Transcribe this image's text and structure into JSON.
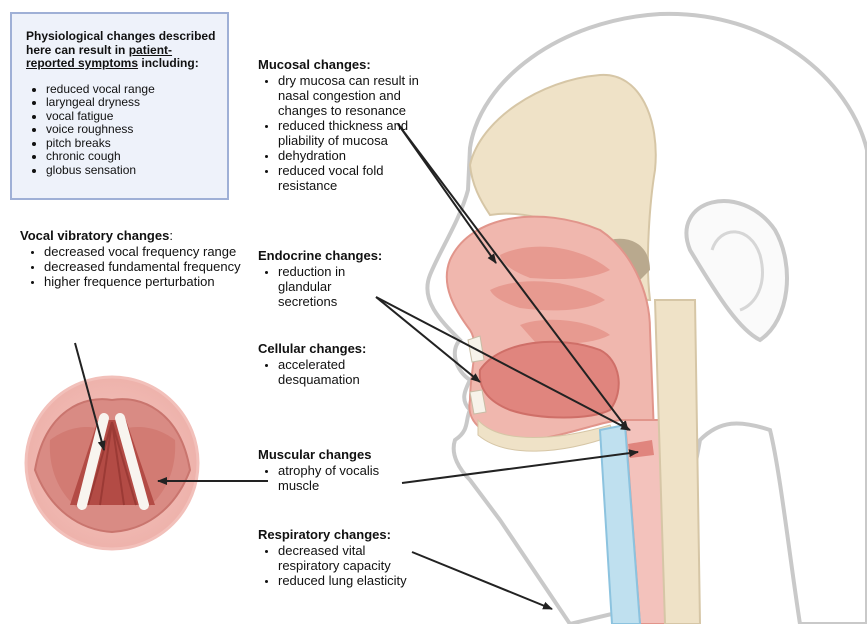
{
  "symptom_box": {
    "intro_part1": "Physiological changes described here can result in ",
    "intro_underlined": "patient-reported symptoms",
    "intro_part2": " including:",
    "items": [
      "reduced vocal range",
      "laryngeal dryness",
      "vocal fatigue",
      "voice roughness",
      "pitch breaks",
      "chronic cough",
      "globus sensation"
    ]
  },
  "vocal": {
    "heading": "Vocal vibratory changes",
    "heading_suffix": ":",
    "items": [
      "decreased vocal frequency range",
      "decreased fundamental frequency",
      "higher frequence perturbation"
    ]
  },
  "mucosal": {
    "heading": "Mucosal changes:",
    "items": [
      "dry mucosa can result in nasal congestion and changes to resonance",
      "reduced thickness and pliability of mucosa",
      "dehydration",
      "reduced vocal fold resistance"
    ]
  },
  "endocrine": {
    "heading": "Endocrine changes:",
    "items": [
      "reduction in glandular secretions"
    ]
  },
  "cellular": {
    "heading": "Cellular changes:",
    "items": [
      "accelerated desquamation"
    ]
  },
  "muscular": {
    "heading": "Muscular changes",
    "items": [
      "atrophy of vocalis muscle"
    ]
  },
  "respiratory": {
    "heading": "Respiratory changes:",
    "items": [
      "decreased vital respiratory capacity",
      "reduced lung elasticity"
    ]
  },
  "colors": {
    "box_border": "#9fb0d6",
    "box_fill": "#eef2fa",
    "tissue_pink": "#e8a7a0",
    "bone_beige": "#e9ddc4",
    "arrow": "#222222"
  }
}
